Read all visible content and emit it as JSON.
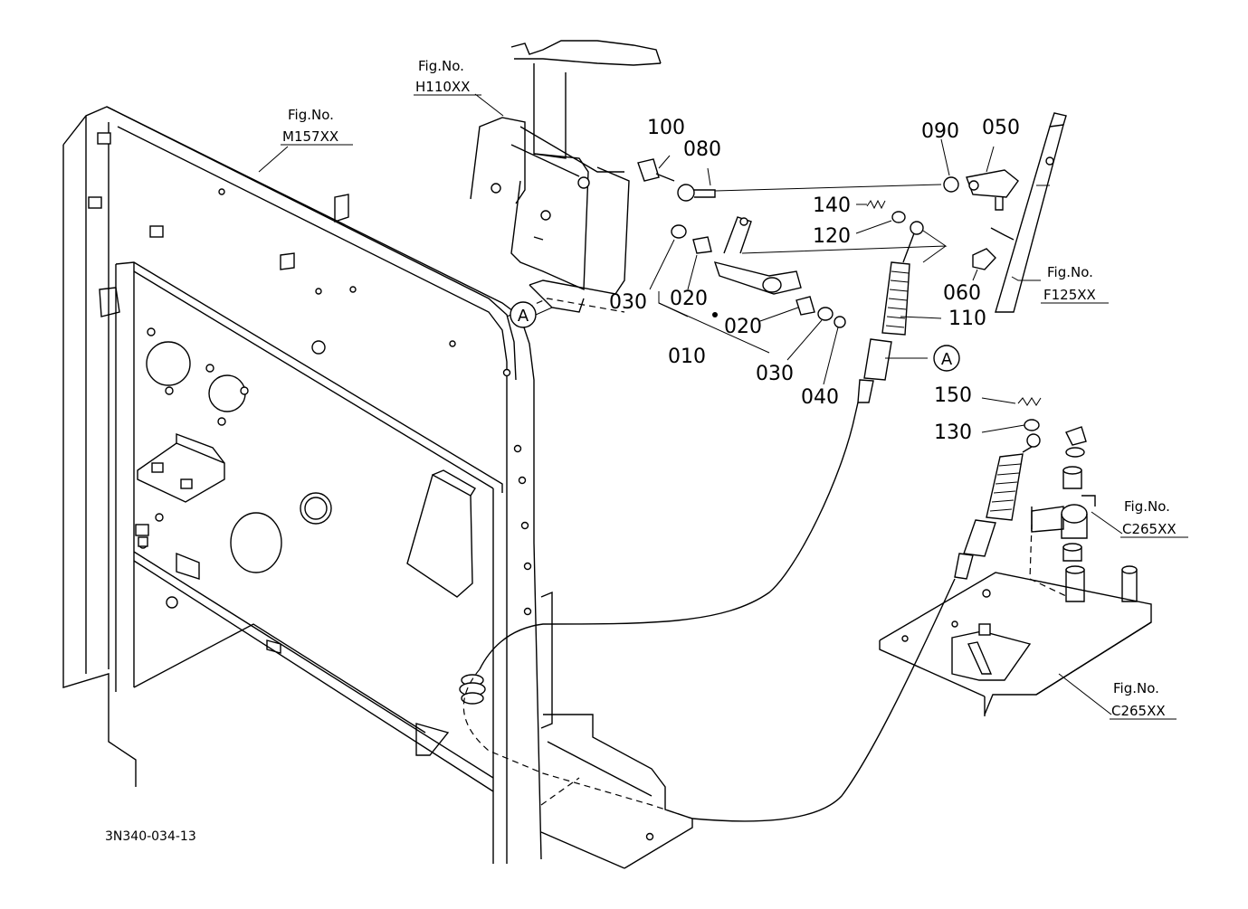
{
  "diagram_code": "3N340-034-13",
  "callout_letter": "A",
  "fig_refs": {
    "m157": {
      "label": "Fig.No.",
      "code": "M157XX"
    },
    "h110": {
      "label": "Fig.No.",
      "code": "H110XX"
    },
    "f125": {
      "label": "Fig.No.",
      "code": "F125XX"
    },
    "c265a": {
      "label": "Fig.No.",
      "code": "C265XX"
    },
    "c265b": {
      "label": "Fig.No.",
      "code": "C265XX"
    }
  },
  "parts": {
    "p010": "010",
    "p020a": "020",
    "p020b": "020",
    "p030a": "030",
    "p030b": "030",
    "p040": "040",
    "p050": "050",
    "p060": "060",
    "p080": "080",
    "p090": "090",
    "p100": "100",
    "p110": "110",
    "p120": "120",
    "p130": "130",
    "p140": "140",
    "p150": "150"
  }
}
